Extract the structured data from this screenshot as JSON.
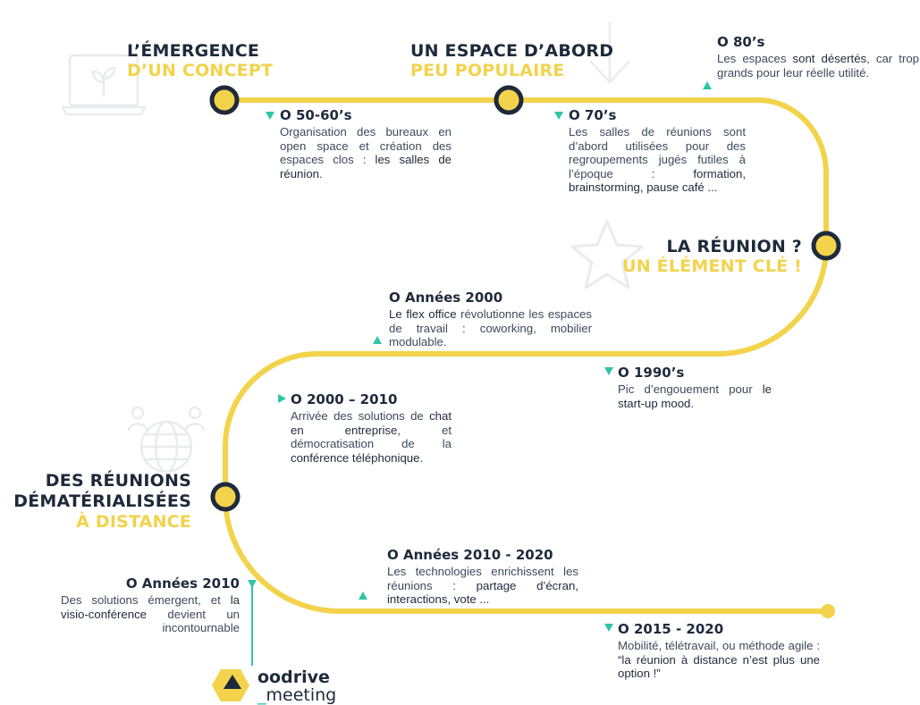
{
  "colors": {
    "accent": "#f2d34b",
    "navy": "#1e2a3b",
    "green": "#2dc5a3",
    "deco": "#e9ebef"
  },
  "headings": {
    "emergence": {
      "line1": "L’ÉMERGENCE",
      "line2": "D’UN CONCEPT"
    },
    "espace": {
      "line1": "UN ESPACE D’ABORD",
      "line2": "PEU POPULAIRE"
    },
    "reunion": {
      "line1": "LA RÉUNION ?",
      "line2": "UN ÉLÉMENT CLÉ !"
    },
    "dematerialisees": {
      "line1": "DES RÉUNIONS",
      "line1b": "DÉMATÉRIALISÉES",
      "line2": "À DISTANCE"
    }
  },
  "entries": {
    "e5060": {
      "year": "O 50-60’s",
      "text_pre": "Organisation des bureaux en open space et création des espaces clos : ",
      "text_bold": "les salles de réunion",
      "text_post": "."
    },
    "e70": {
      "year": "O 70’s",
      "text_pre": "Les salles de réunions sont d’abord utilisées pour des regroupements jugés futiles à l’époque : ",
      "text_bold": "formation, brainstorming, pause café ..."
    },
    "e80": {
      "year": "O 80’s",
      "text_pre": "Les espaces ",
      "text_bold": "sont désertés",
      "text_post": ", car trop grands pour leur réelle utilité."
    },
    "e2000": {
      "year": "O Années 2000",
      "text_bold": "Le flex office",
      "text_post": " révolutionne les espaces de travail : coworking, mobilier modulable."
    },
    "e1990": {
      "year": "O 1990’s",
      "text_pre": "Pic d’engouement pour ",
      "text_bold": "le start-up mood",
      "text_post": "."
    },
    "e20002010": {
      "year": "O 2000 – 2010",
      "text_pre": "Arrivée des solutions de ",
      "text_bold": "chat en entreprise",
      "text_mid": ", et démocratisation de la ",
      "text_bold2": "conférence téléphonique",
      "text_post": "."
    },
    "e20102020": {
      "year": "O Années 2010 - 2020",
      "text_pre": "Les technologies enrichissent les réunions : ",
      "text_bold": "partage d’écran, interactions, vote ..."
    },
    "e2010": {
      "year": "O Années 2010",
      "text_pre": "Des solutions émergent, et ",
      "text_bold": "la visio-conférence",
      "text_post": " devient un incontournable"
    },
    "e20152020": {
      "year": "O 2015 - 2020",
      "text_pre": "Mobilité, télétravail, ou méthode agile : ",
      "text_bold": "“la réunion à distance n’est plus une option !”"
    }
  },
  "logo": {
    "brand": "oodrive",
    "underscore": "_",
    "product": "meeting"
  },
  "icons": [
    "laptop-plant-icon",
    "download-arrow-icon",
    "star-icon",
    "globe-people-icon",
    "triangle-marker-icon"
  ]
}
